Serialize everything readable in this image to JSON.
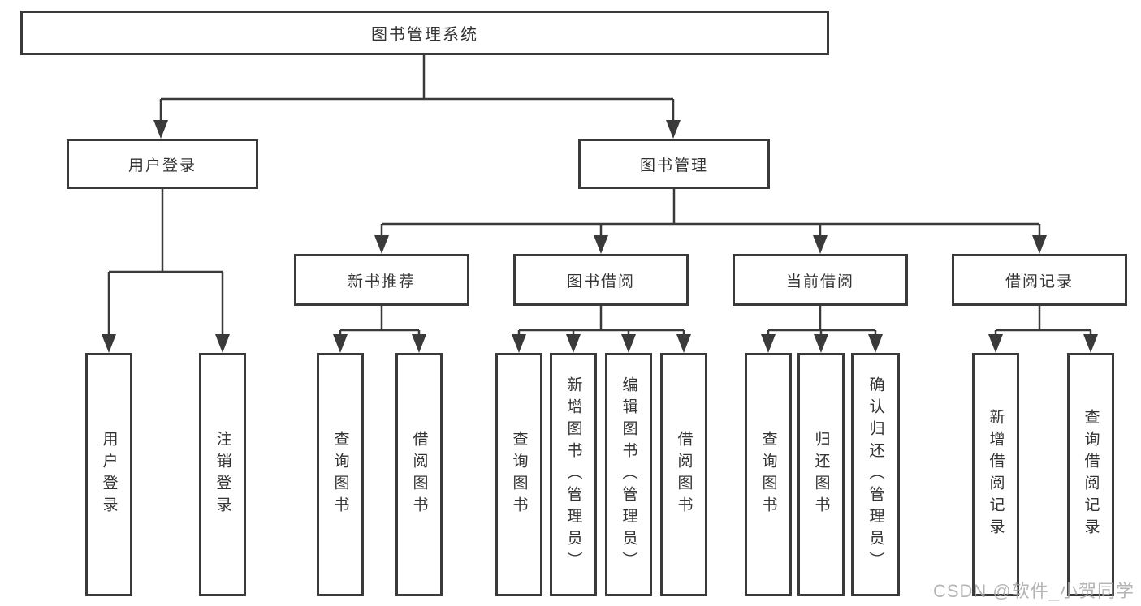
{
  "tree": {
    "label": "图书管理系统",
    "children": [
      {
        "label": "用户登录",
        "children": [
          {
            "label": "用户登录"
          },
          {
            "label": "注销登录"
          }
        ]
      },
      {
        "label": "图书管理",
        "children": [
          {
            "label": "新书推荐",
            "children": [
              {
                "label": "查询图书"
              },
              {
                "label": "借阅图书"
              }
            ]
          },
          {
            "label": "图书借阅",
            "children": [
              {
                "label": "查询图书"
              },
              {
                "label": "新增图书（管理员）"
              },
              {
                "label": "编辑图书（管理员）"
              },
              {
                "label": "借阅图书"
              }
            ]
          },
          {
            "label": "当前借阅",
            "children": [
              {
                "label": "查询图书"
              },
              {
                "label": "归还图书"
              },
              {
                "label": "确认归还（管理员）"
              }
            ]
          },
          {
            "label": "借阅记录",
            "children": [
              {
                "label": "新增借阅记录"
              },
              {
                "label": "查询借阅记录"
              }
            ]
          }
        ]
      }
    ]
  },
  "watermark": {
    "text": "CSDN @软件_小贺同学"
  },
  "colors": {
    "line": "#3a3a3a",
    "border": "#3a3a3a",
    "text": "#333333",
    "watermark": "#a8a8a8",
    "background": "#ffffff"
  }
}
